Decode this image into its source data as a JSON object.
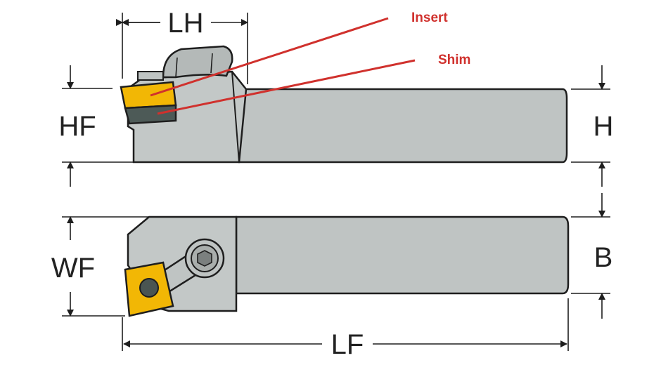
{
  "labels": {
    "LH": "LH",
    "HF": "HF",
    "H": "H",
    "WF": "WF",
    "B": "B",
    "LF": "LF"
  },
  "callouts": {
    "insert": "Insert",
    "shim": "Shim"
  },
  "colors": {
    "body": "#bfc4c3",
    "outline": "#1e1e1e",
    "insert": "#f2b705",
    "shim": "#4d5a57",
    "callout": "#d0312d"
  }
}
